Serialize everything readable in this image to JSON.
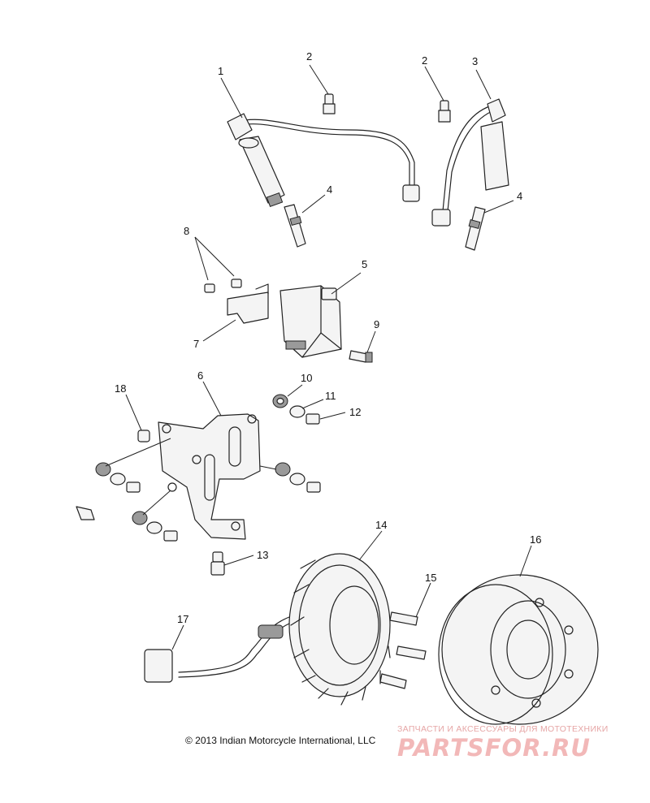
{
  "callouts": [
    "1",
    "2",
    "2",
    "3",
    "4",
    "4",
    "5",
    "6",
    "7",
    "8",
    "9",
    "10",
    "11",
    "12",
    "13",
    "14",
    "15",
    "16",
    "17",
    "18"
  ],
  "footer": {
    "copyright": "© 2013 Indian Motorcycle International, LLC"
  },
  "watermark": {
    "tagline": "ЗАПЧАСТИ И АКСЕССУАРЫ ДЛЯ МОТОТЕХНИКИ",
    "logo": "PARTSFOR.RU"
  },
  "colors": {
    "line": "#222222",
    "watermark": "#f2b8b8"
  }
}
